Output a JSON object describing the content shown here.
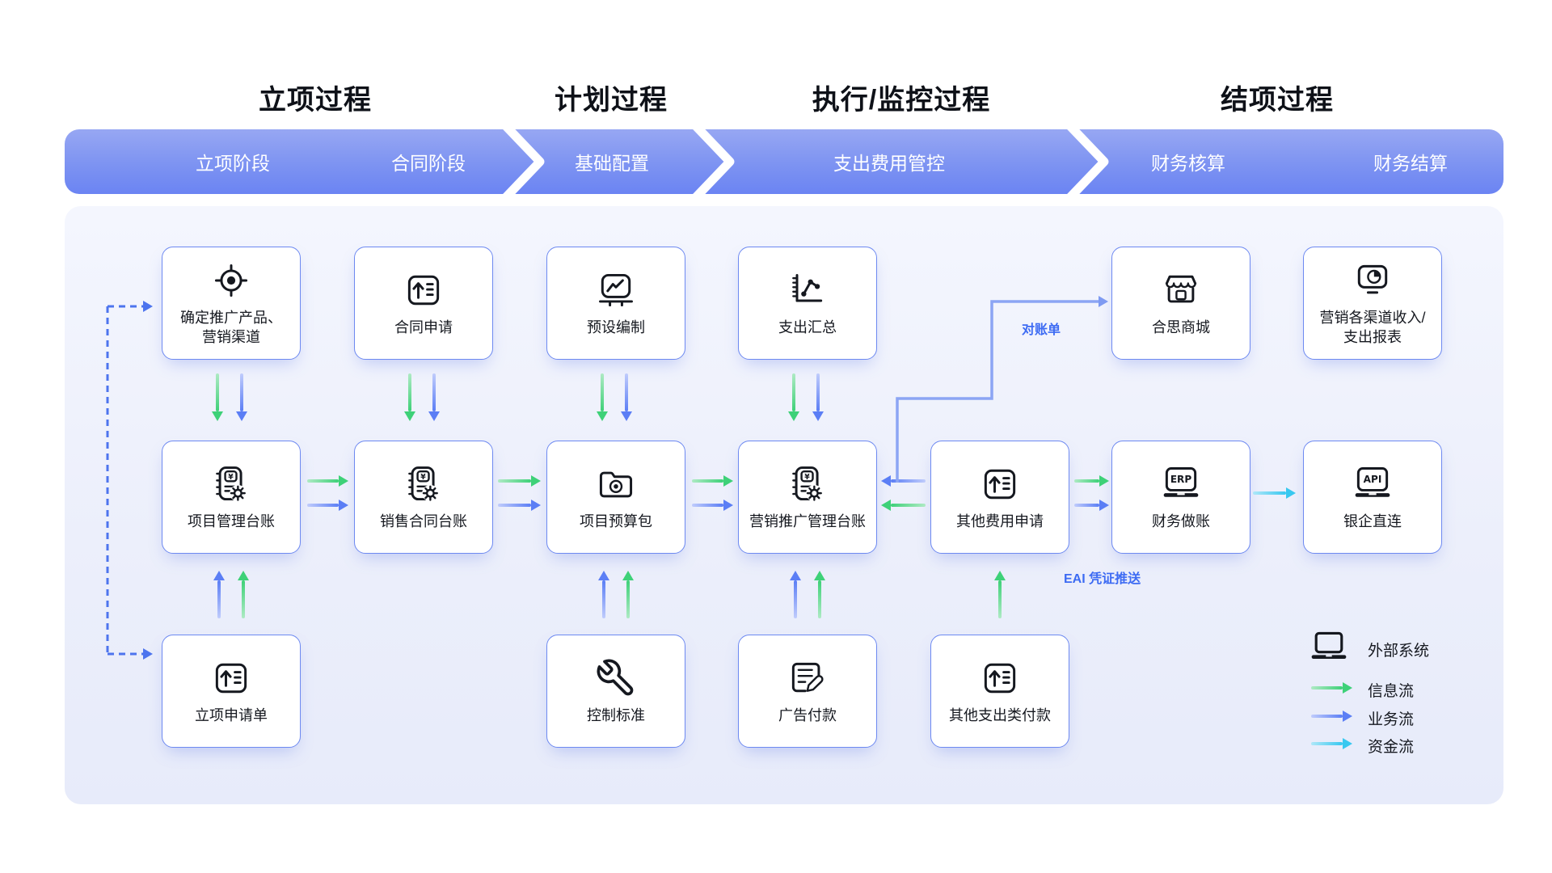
{
  "phases": [
    {
      "title": "立项过程"
    },
    {
      "title": "计划过程"
    },
    {
      "title": "执行/监控过程"
    },
    {
      "title": "结项过程"
    }
  ],
  "stages": [
    {
      "label": "立项阶段"
    },
    {
      "label": "合同阶段"
    },
    {
      "label": "基础配置"
    },
    {
      "label": "支出费用管控"
    },
    {
      "label": "财务核算"
    },
    {
      "label": "财务结算"
    }
  ],
  "boxes": {
    "determine_promo": {
      "line1": "确定推广产品、",
      "line2": "营销渠道"
    },
    "contract_apply": {
      "label": "合同申请"
    },
    "preset_budgeting": {
      "label": "预设编制"
    },
    "expense_summary": {
      "label": "支出汇总"
    },
    "hesi_mall": {
      "label": "合思商城"
    },
    "channel_report": {
      "line1": "营销各渠道收入/",
      "line2": "支出报表"
    },
    "project_ledger": {
      "label": "项目管理台账"
    },
    "sales_contract_ledger": {
      "label": "销售合同台账"
    },
    "project_budget_pkg": {
      "label": "项目预算包"
    },
    "marketing_ledger": {
      "label": "营销推广管理台账"
    },
    "other_expense_apply": {
      "label": "其他费用申请"
    },
    "finance_accounting": {
      "label": "财务做账",
      "badge": "ERP"
    },
    "bank_direct": {
      "label": "银企直连",
      "badge": "API"
    },
    "project_apply_form": {
      "label": "立项申请单"
    },
    "control_standard": {
      "label": "控制标准"
    },
    "ad_payment": {
      "label": "广告付款"
    },
    "other_payment": {
      "label": "其他支出类付款"
    }
  },
  "annotations": {
    "reconciliation": "对账单",
    "eai_push": "EAI 凭证推送"
  },
  "legend": {
    "external_system": "外部系统",
    "info_flow": "信息流",
    "business_flow": "业务流",
    "fund_flow": "资金流"
  },
  "colors": {
    "info_flow_green": "#3ED178",
    "business_flow_blue": "#5B7EF5",
    "fund_flow_cyan": "#38C8F0",
    "annotation_blue": "#3D6BF3",
    "banner_blue_top": "#97A7F3",
    "banner_blue_bottom": "#6B84F3"
  }
}
